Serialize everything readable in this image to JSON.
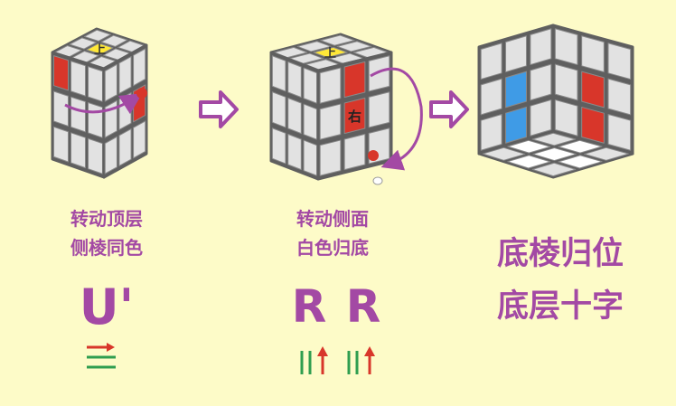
{
  "steps": [
    {
      "caption_line1": "转动顶层",
      "caption_line2": "侧棱同色",
      "move": "U'",
      "top_center_label": "上",
      "icon": "u-prime-arrows-icon"
    },
    {
      "caption_line1": "转动侧面",
      "caption_line2": "白色归底",
      "move": "R R",
      "top_center_label": "上",
      "right_face_label": "右",
      "icon": "r-r-arrows-icon"
    },
    {
      "caption_line1": "底棱归位",
      "caption_line2": "底层十字"
    }
  ],
  "colors": {
    "background": "#fdfbc8",
    "accent": "#a349a4",
    "sticker": "#e2e2e2",
    "body": "#5f5f5f",
    "red": "#d8362a",
    "blue": "#3f9be6",
    "yellow": "#ffe838",
    "green": "#2f9e4f",
    "white": "#ffffff"
  }
}
